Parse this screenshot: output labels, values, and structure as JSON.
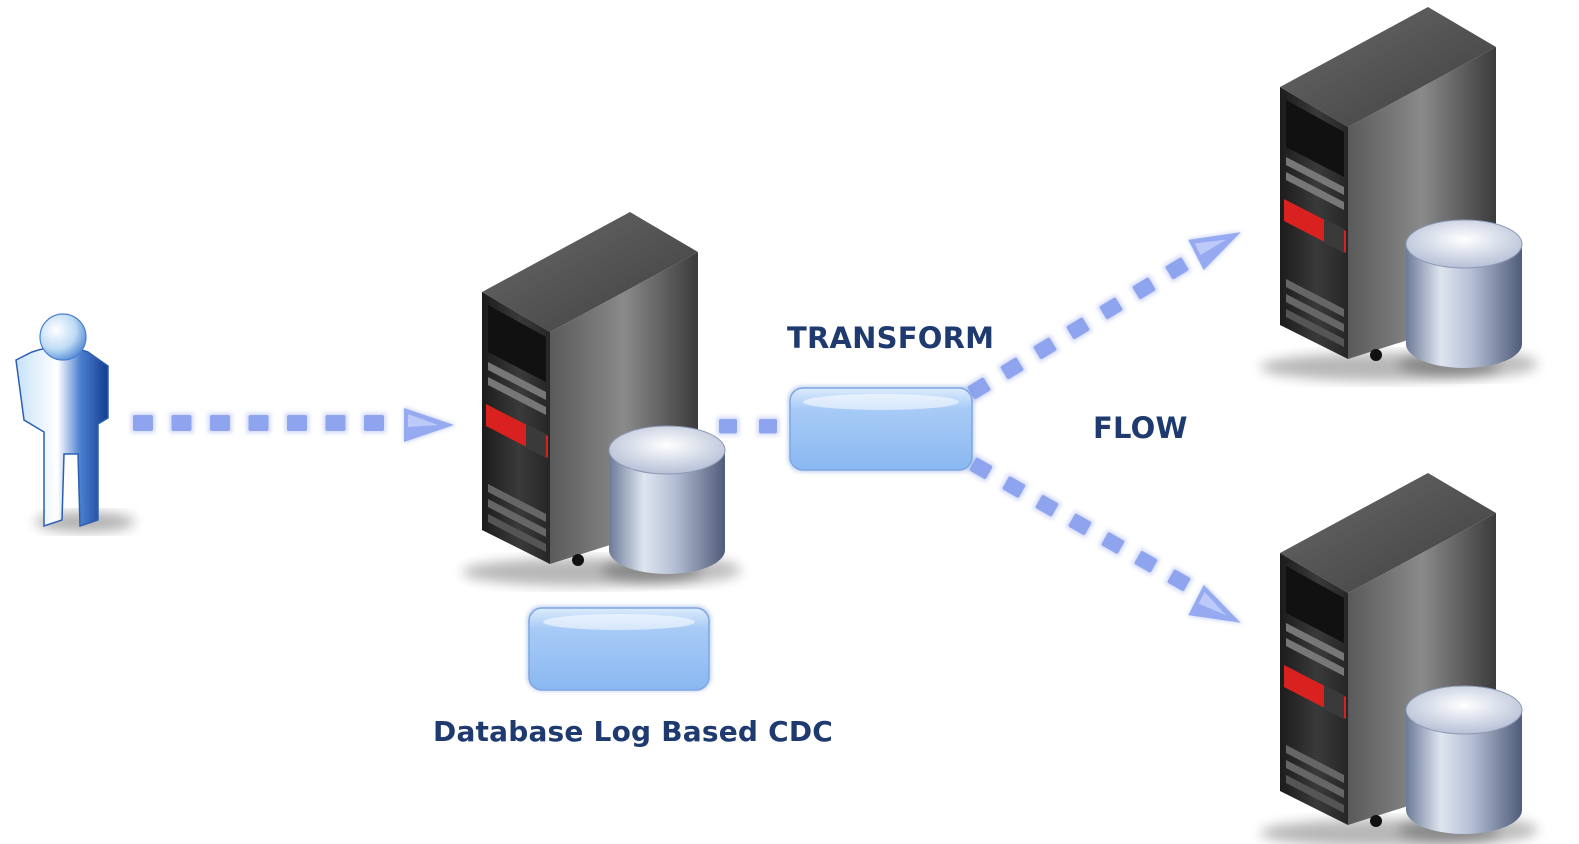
{
  "labels": {
    "transform": "TRANSFORM",
    "flow": "FLOW",
    "cdc": "Database Log Based CDC"
  },
  "icons": [
    "user-icon",
    "server-icon",
    "database-icon",
    "arrow-head-icon"
  ],
  "colors": {
    "label_text": "#1f3a6e",
    "dash_blue": "#8fa4ee",
    "box_blue": "#a9ccf7",
    "server_dark": "#2b2b2b",
    "server_accent": "#d9221f",
    "cylinder_silver": "#c2cad9"
  }
}
